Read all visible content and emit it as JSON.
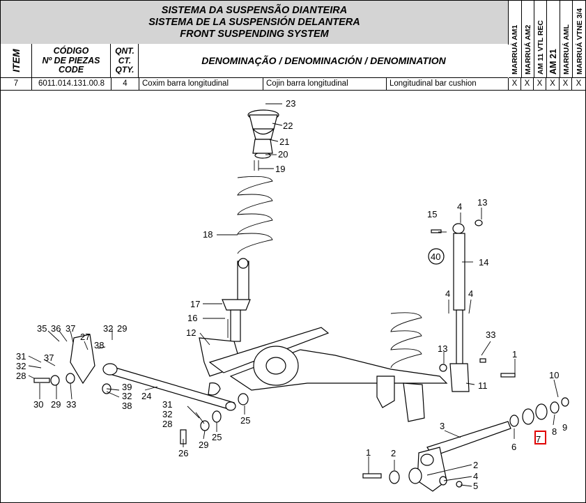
{
  "header": {
    "title_pt": "SISTEMA DA SUSPENSÃO DIANTEIRA",
    "title_es": "SISTEMA DE LA SUSPENSIÓN DELANTERA",
    "title_en": "FRONT SUSPENDING SYSTEM",
    "col_item": "ITEM",
    "col_code_1": "CÓDIGO",
    "col_code_2": "Nº DE PIEZAS",
    "col_code_3": "CODE",
    "col_qty_1": "QNT.",
    "col_qty_2": "CT.",
    "col_qty_3": "QTY.",
    "col_denomination": "DENOMINAÇÃO / DENOMINACIÓN / DENOMINATION",
    "models": [
      "MARRUÁ AM1",
      "MARRUÁ AM2",
      "AM 11 VTL REC",
      "AM 21",
      "MARRUÁ AML",
      "MARRUÁ VTNE 3/4"
    ]
  },
  "row": {
    "item": "7",
    "code": "6011.014.131.00.8",
    "qty": "4",
    "den_pt": "Coxim barra longitudinal",
    "den_es": "Cojin barra longitudinal",
    "den_en": "Longitudinal bar cushion",
    "marks": [
      "X",
      "X",
      "X",
      "X",
      "X",
      "X"
    ]
  },
  "callouts": {
    "c23": "23",
    "c22": "22",
    "c21": "21",
    "c20": "20",
    "c19": "19",
    "c18": "18",
    "c17": "17",
    "c16": "16",
    "c12": "12",
    "c15": "15",
    "c4a": "4",
    "c13a": "13",
    "c40": "40",
    "c14": "14",
    "c4b": "4",
    "c4c": "4",
    "c33a": "33",
    "c13b": "13",
    "c1a": "1",
    "c11": "11",
    "c35": "35",
    "c36": "36",
    "c37a": "37",
    "c27": "27",
    "c32a": "32",
    "c29a": "29",
    "c38a": "38",
    "c31a": "31",
    "c32b": "32",
    "c28a": "28",
    "c37b": "37",
    "c30": "30",
    "c29b": "29",
    "c33b": "33",
    "c39": "39",
    "c32c": "32",
    "c38b": "38",
    "c24": "24",
    "c31b": "31",
    "c32d": "32",
    "c28b": "28",
    "c29c": "29",
    "c25a": "25",
    "c25b": "25",
    "c26": "26",
    "c10": "10",
    "c8": "8",
    "c9": "9",
    "c7": "7",
    "c6": "6",
    "c3": "3",
    "c1b": "1",
    "c2a": "2",
    "c2b": "2",
    "c4d": "4",
    "c5": "5"
  }
}
